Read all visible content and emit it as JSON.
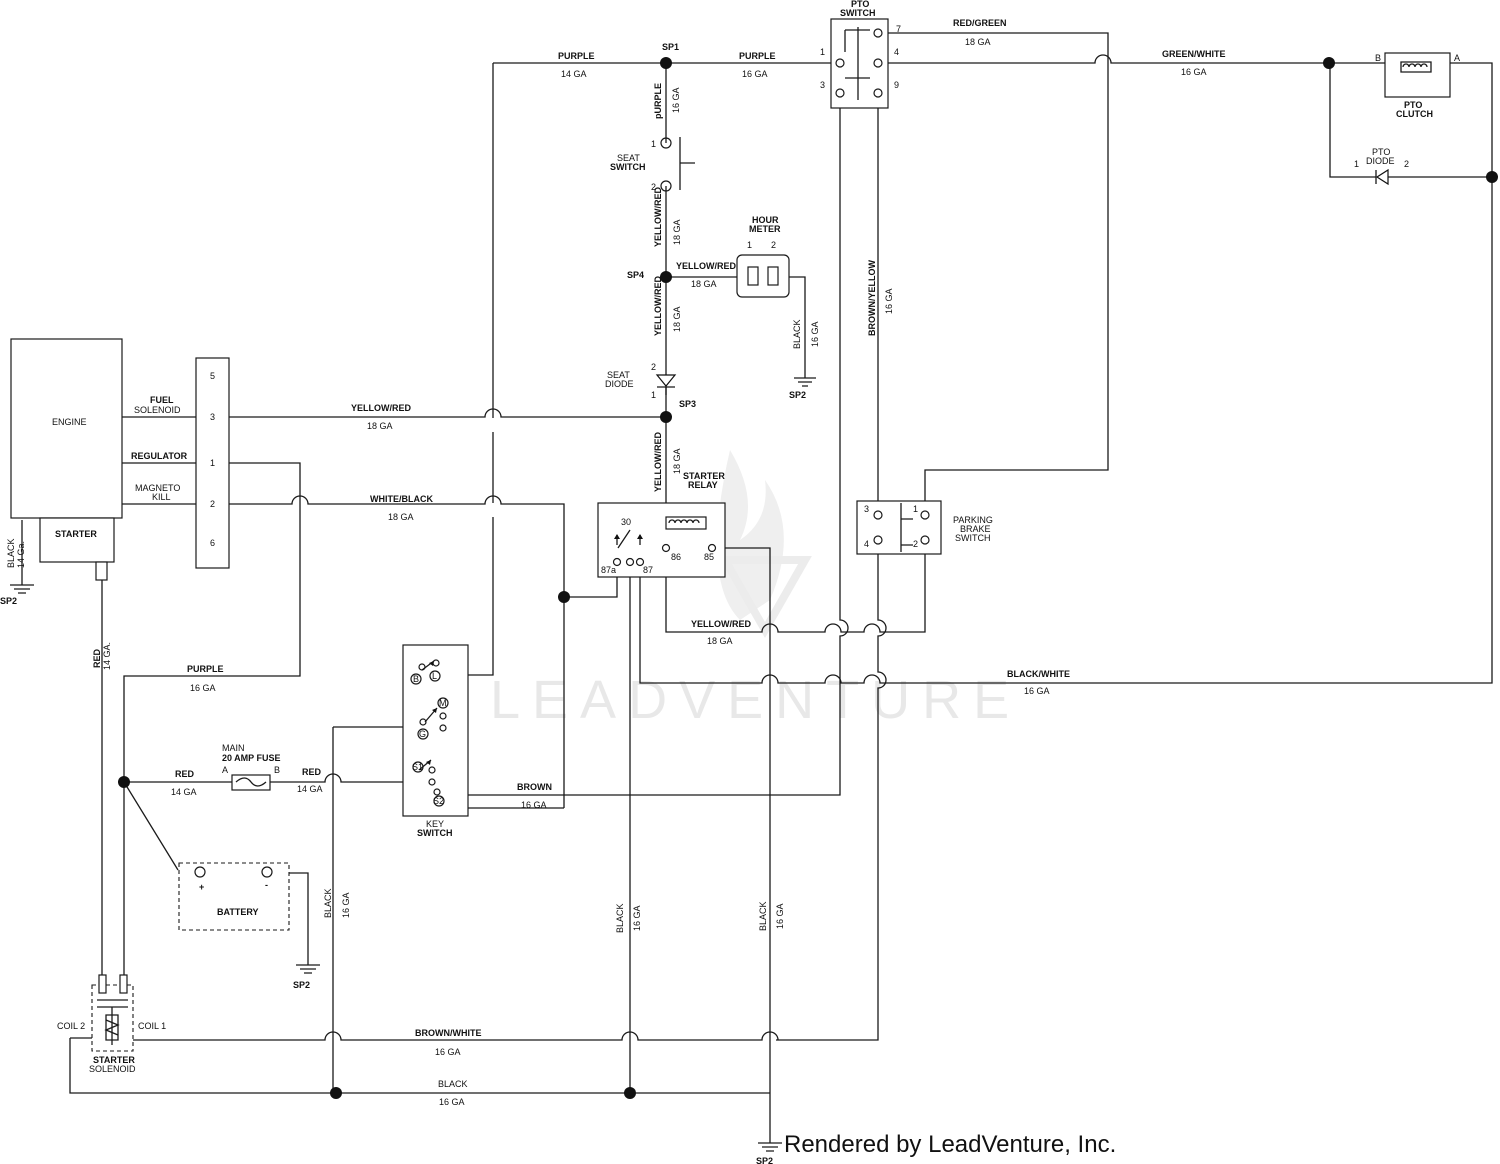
{
  "watermark": "LEADVENTURE",
  "credit": "Rendered by LeadVenture, Inc.",
  "components": {
    "engine": "ENGINE",
    "starter": "STARTER",
    "fuel_solenoid": [
      "FUEL",
      "SOLENOID"
    ],
    "regulator": "REGULATOR",
    "magneto_kill": [
      "MAGNETO",
      "KILL"
    ],
    "connector_pins": [
      "5",
      "3",
      "1",
      "2",
      "6"
    ],
    "pto_switch": [
      "PTO",
      "SWITCH"
    ],
    "pto_switch_pins": [
      "7",
      "1",
      "4",
      "3",
      "9"
    ],
    "pto_clutch": [
      "PTO",
      "CLUTCH"
    ],
    "pto_clutch_pins": [
      "B",
      "A"
    ],
    "pto_diode": [
      "PTO",
      "DIODE"
    ],
    "pto_diode_pins": [
      "1",
      "2"
    ],
    "seat_switch": [
      "SEAT",
      "SWITCH"
    ],
    "seat_switch_pins": [
      "1",
      "2"
    ],
    "hour_meter": [
      "HOUR",
      "METER"
    ],
    "hour_meter_pins": [
      "1",
      "2"
    ],
    "seat_diode": [
      "SEAT",
      "DIODE"
    ],
    "seat_diode_pins": [
      "2",
      "1"
    ],
    "starter_relay": [
      "STARTER",
      "RELAY"
    ],
    "starter_relay_pins": [
      "30",
      "87a",
      "87",
      "86",
      "85"
    ],
    "parking_brake_switch": [
      "PARKING",
      "BRAKE",
      "SWITCH"
    ],
    "parking_brake_pins": [
      "3",
      "1",
      "4",
      "2"
    ],
    "key_switch": [
      "KEY",
      "SWITCH"
    ],
    "key_switch_pins": [
      "B",
      "L",
      "M",
      "G",
      "S1",
      "S2"
    ],
    "fuse": [
      "MAIN",
      "20 AMP FUSE"
    ],
    "fuse_pins": [
      "A",
      "B"
    ],
    "battery": "BATTERY",
    "battery_pins": [
      "+",
      "-"
    ],
    "starter_solenoid": [
      "STARTER",
      "SOLENOID"
    ],
    "coil_labels": [
      "COIL 2",
      "COIL 1"
    ]
  },
  "splices": [
    "SP1",
    "SP4",
    "SP3"
  ],
  "ground_label": "SP2",
  "wires": {
    "purple_top_left": [
      "PURPLE",
      "14 GA"
    ],
    "purple_top_right": [
      "PURPLE",
      "16 GA"
    ],
    "purple_vertical": [
      "pURPLE",
      "16 GA"
    ],
    "red_green": [
      "RED/GREEN",
      "18 GA"
    ],
    "green_white": [
      "GREEN/WHITE",
      "16 GA"
    ],
    "yellow_red_seat": [
      "YELLOW/RED",
      "18 GA"
    ],
    "yellow_red_meter": [
      "YELLOW/RED",
      "18 GA"
    ],
    "yellow_red_sp4": [
      "YELLOW/RED",
      "18 GA"
    ],
    "black_meter": [
      "BLACK",
      "16 GA"
    ],
    "brown_yellow": [
      "BROWN/YELLOW",
      "16 GA"
    ],
    "yellow_red_fuel": [
      "YELLOW/RED",
      "18 GA"
    ],
    "white_black": [
      "WHITE/BLACK",
      "18 GA"
    ],
    "yellow_red_sp3": [
      "YELLOW/RED",
      "18 GA"
    ],
    "yellow_red_relay": [
      "YELLOW/RED",
      "18 GA"
    ],
    "black_white": [
      "BLACK/WHITE",
      "16 GA"
    ],
    "black_engine": [
      "BLACK",
      "14 Ga."
    ],
    "red_starter": [
      "RED",
      "14 GA."
    ],
    "purple_regulator": [
      "PURPLE",
      "16 GA"
    ],
    "red_battery": [
      "RED",
      "14 GA"
    ],
    "red_key": [
      "RED",
      "14 GA"
    ],
    "brown": [
      "BROWN",
      "16 GA"
    ],
    "black_key": [
      "BLACK",
      "16 GA"
    ],
    "black_relay": [
      "BLACK",
      "16 GA"
    ],
    "black_pto": [
      "BLACK",
      "16 GA"
    ],
    "brown_white": [
      "BROWN/WHITE",
      "16 GA"
    ],
    "black_bottom": [
      "BLACK",
      "16 GA"
    ]
  }
}
